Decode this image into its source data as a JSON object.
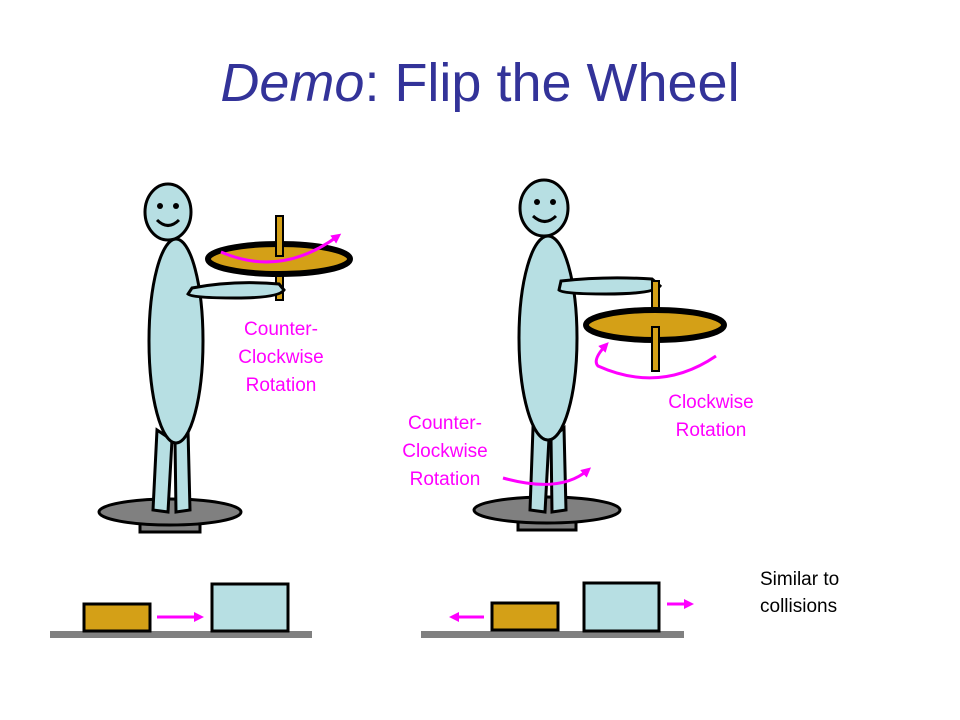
{
  "title": {
    "italic": "Demo",
    "rest": ": Flip the Wheel"
  },
  "labels": {
    "left_ccw": [
      "Counter-",
      "Clockwise",
      "Rotation"
    ],
    "right_ccw": [
      "Counter-",
      "Clockwise",
      "Rotation"
    ],
    "right_cw": [
      "Clockwise",
      "Rotation"
    ]
  },
  "note": [
    "Similar to",
    "collisions"
  ],
  "colors": {
    "title": "#333399",
    "rotation_arrow": "#ff00ff",
    "body": "#b7dfe3",
    "wheel": "#d4a017",
    "platform": "#808080",
    "block_small": "#d4a017",
    "block_large": "#b7dfe3"
  }
}
